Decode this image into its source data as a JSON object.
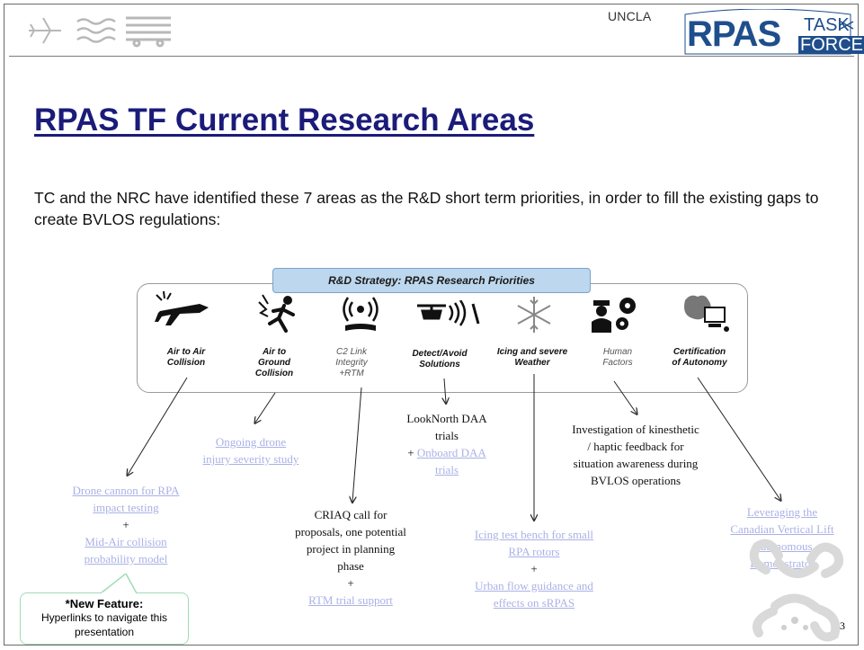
{
  "header": {
    "classification": "UNCLA",
    "logo": {
      "main": "RPAS",
      "task": "TASK",
      "force": "FORCE"
    }
  },
  "title": "RPAS TF Current Research Areas",
  "intro": "TC and the NRC have identified these 7 areas as the R&D short term priorities, in order to fill the existing gaps to create BVLOS regulations:",
  "strategy_label": "R&D Strategy: RPAS Research Priorities",
  "areas": [
    {
      "line1": "Air to Air",
      "line2": "Collision",
      "line3": "",
      "icon": "airplane-collision-icon"
    },
    {
      "line1": "Air to",
      "line2": "Ground",
      "line3": "Collision",
      "icon": "ground-collision-icon"
    },
    {
      "line1": "C2 Link",
      "line2": "Integrity",
      "line3": "+RTM",
      "icon": "signal-link-icon"
    },
    {
      "line1": "Detect/Avoid",
      "line2": "Solutions",
      "line3": "",
      "icon": "drone-detect-icon"
    },
    {
      "line1": "Icing and severe",
      "line2": "Weather",
      "line3": "",
      "icon": "snowflake-icon"
    },
    {
      "line1": "Human",
      "line2": "Factors",
      "line3": "",
      "icon": "human-gears-icon"
    },
    {
      "line1": "Certification",
      "line2": "of Autonomy",
      "line3": "",
      "icon": "brain-computer-icon"
    }
  ],
  "notes": {
    "air_to_air": {
      "link1": "Drone cannon for RPA impact testing",
      "plus": "+",
      "link2": "Mid-Air collision probability model"
    },
    "air_to_ground": {
      "link1": "Ongoing drone injury severity study"
    },
    "c2_link": {
      "text": "CRIAQ call for proposals, one potential project in planning phase",
      "plus": "+",
      "link1": "RTM trial support"
    },
    "detect_avoid": {
      "text": "LookNorth DAA trials",
      "plus": "+",
      "link1": "Onboard DAA trials"
    },
    "icing": {
      "link1": "Icing test bench for small RPA rotors",
      "plus": "+",
      "link2": "Urban flow guidance and effects on sRPAS"
    },
    "human_factors": {
      "text": "Investigation of kinesthetic / haptic feedback for situation awareness during BVLOS operations"
    },
    "autonomy": {
      "link1": "Leveraging the Canadian Vertical Lift Autonomous Demonstrator"
    }
  },
  "callout": {
    "title": "*New Feature:",
    "body": "Hyperlinks to navigate this presentation"
  },
  "page_number": "3",
  "colors": {
    "title": "#1b1b7a",
    "strategy_fill": "#bdd7ee",
    "link": "#aab1e6",
    "logo": "#1f4e8c",
    "callout_border": "#9fdcb6"
  }
}
